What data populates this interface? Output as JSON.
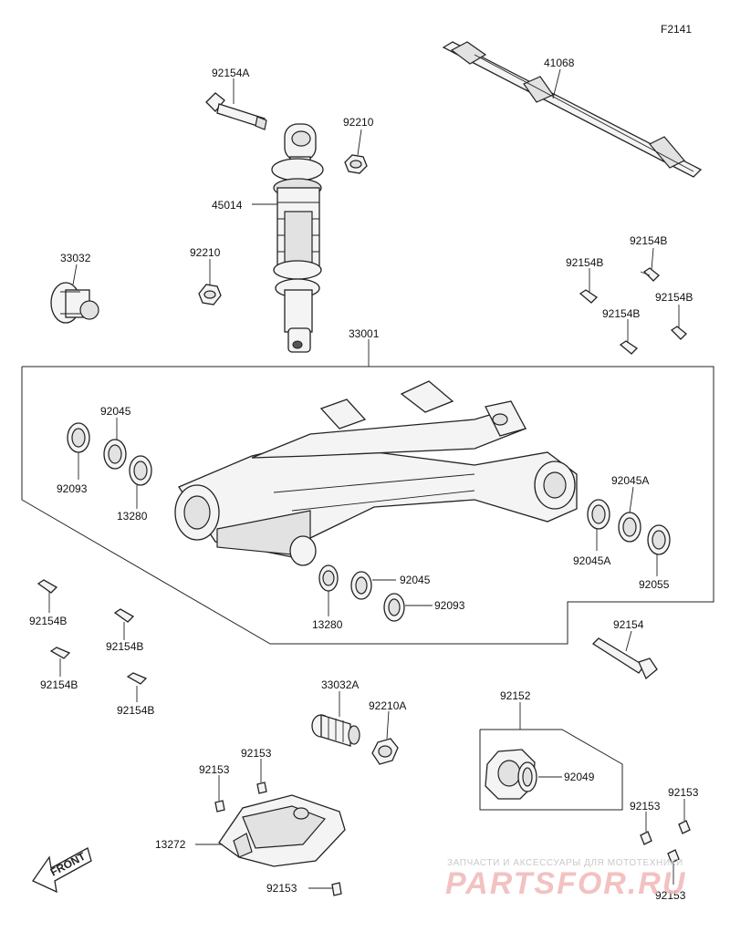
{
  "diagram_code": "F2141",
  "front_label": "FRONT",
  "watermark": {
    "line1": "ЗАПЧАСТИ И АКСЕССУАРЫ ДЛЯ МОТОТЕХНИКИ",
    "logo": "PARTSFOR.RU"
  },
  "labels": {
    "bolt_top": "92154A",
    "shock": "45014",
    "nut_upper": "92210",
    "nut_lower": "92210",
    "bushing_left": "33032",
    "shaft": "41068",
    "bolt_r1": "92154B",
    "bolt_r2": "92154B",
    "bolt_r3": "92154B",
    "bolt_r4": "92154B",
    "swingarm": "33001",
    "bearing_l": "92045",
    "seal_l": "92093",
    "collar_l": "13280",
    "bearing_rt": "92045A",
    "bearing_rb": "92045A",
    "seal_r": "92055",
    "bearing_c": "92045",
    "seal_c": "92093",
    "collar_c": "13280",
    "bolt_l1": "92154B",
    "bolt_l2": "92154B",
    "bolt_l3": "92154B",
    "bolt_l4": "92154B",
    "bolt_long": "92154",
    "bushing_c": "33032A",
    "nut_c": "92210A",
    "holder": "92152",
    "holder_seal": "92049",
    "clip_1": "92153",
    "clip_2": "92153",
    "guard": "13272",
    "clip_3": "92153",
    "clip_r1": "92153",
    "clip_r2": "92153",
    "clip_r3": "92153"
  }
}
